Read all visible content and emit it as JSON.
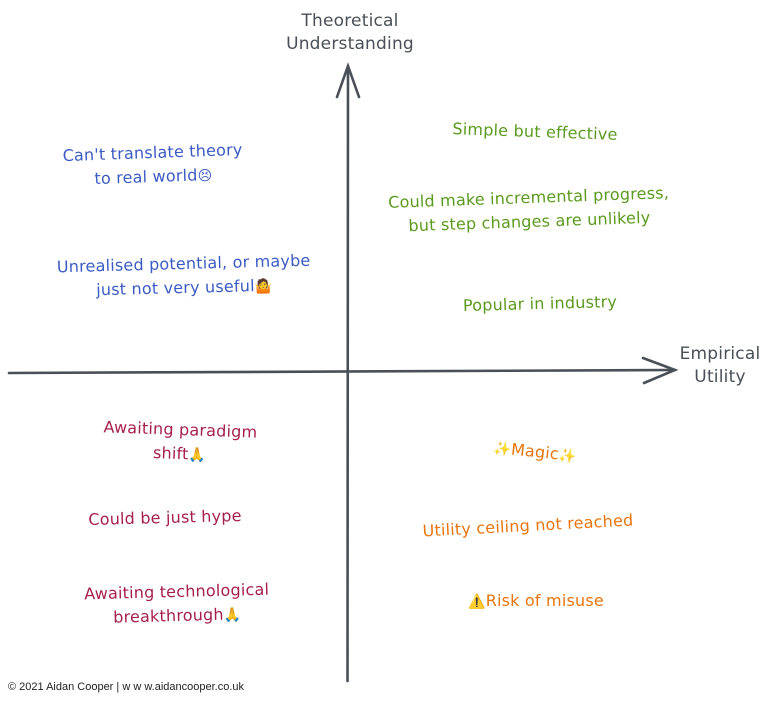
{
  "diagram": {
    "axes": {
      "y_label": [
        "Theoretical",
        "Understanding"
      ],
      "x_label": [
        "Empirical",
        "Utility"
      ],
      "color": "#495057"
    },
    "quadrants": {
      "top_left": {
        "color": "#3b5bc4",
        "items": [
          {
            "lines": [
              "Can't translate theory",
              "to real world"
            ],
            "icon": "😣",
            "icon_name": "persevering-face-icon"
          },
          {
            "lines": [
              "Unrealised potential, or maybe",
              "just not very useful"
            ],
            "icon": "🤷",
            "icon_name": "shrug-icon"
          }
        ]
      },
      "top_right": {
        "color": "#5a9a1c",
        "items": [
          {
            "lines": [
              "Simple but effective"
            ]
          },
          {
            "lines": [
              "Could make incremental progress,",
              "but step changes are unlikely"
            ]
          },
          {
            "lines": [
              "Popular in industry"
            ]
          }
        ]
      },
      "bottom_left": {
        "color": "#a61e4d",
        "items": [
          {
            "lines": [
              "Awaiting paradigm",
              "shift"
            ],
            "icon": "🙏",
            "icon_name": "praying-hands-icon"
          },
          {
            "lines": [
              "Could be just hype"
            ]
          },
          {
            "lines": [
              "Awaiting technological",
              "breakthrough"
            ],
            "icon": "🙏",
            "icon_name": "praying-hands-icon"
          }
        ]
      },
      "bottom_right": {
        "color": "#e8750c",
        "items": [
          {
            "lines": [
              "Magic"
            ],
            "icon_before": "✨",
            "icon": "✨",
            "icon_name": "sparkles-icon"
          },
          {
            "lines": [
              "Utility ceiling not reached"
            ]
          },
          {
            "lines": [
              "Risk of misuse"
            ],
            "icon_before": "⚠️",
            "icon_name": "warning-icon"
          }
        ]
      }
    }
  },
  "footer": {
    "text": "© 2021 Aidan Cooper | w w w.aidancooper.co.uk"
  }
}
